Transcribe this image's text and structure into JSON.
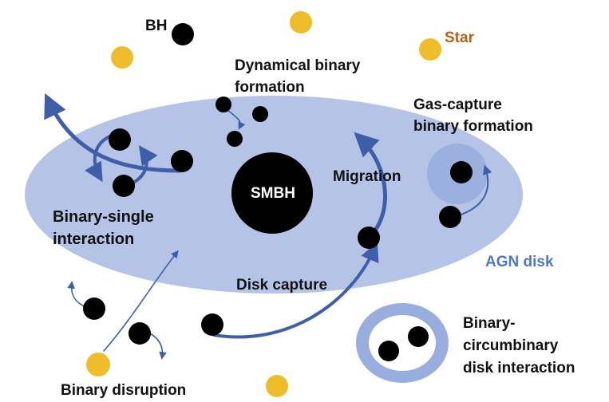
{
  "labels": {
    "bh": "BH",
    "star": "Star",
    "dynamical_binary_formation_line1": "Dynamical binary",
    "dynamical_binary_formation_line2": "formation",
    "gas_capture_line1": "Gas-capture",
    "gas_capture_line2": "binary formation",
    "smbh": "SMBH",
    "migration": "Migration",
    "binary_single_line1": "Binary-single",
    "binary_single_line2": "interaction",
    "agn_disk": "AGN disk",
    "disk_capture": "Disk capture",
    "binary_circumbinary_line1": "Binary-",
    "binary_circumbinary_line2": "circumbinary",
    "binary_circumbinary_line3": "disk interaction",
    "binary_disruption": "Binary disruption"
  },
  "colors": {
    "agn_disk_fill": "#b4c3e6",
    "disk_label": "#4f78c4",
    "star_label": "#b8621b",
    "star_fill": "#f0bd2a",
    "black_hole_fill": "#000000",
    "arrow_stroke": "#3f5ea9",
    "gas_capture_cloud": "#9bb0df",
    "circumbinary_ring": "#97aede"
  },
  "icons": {
    "black_hole": "black-hole-icon",
    "star": "star-icon",
    "arrow": "curved-arrow-icon"
  }
}
